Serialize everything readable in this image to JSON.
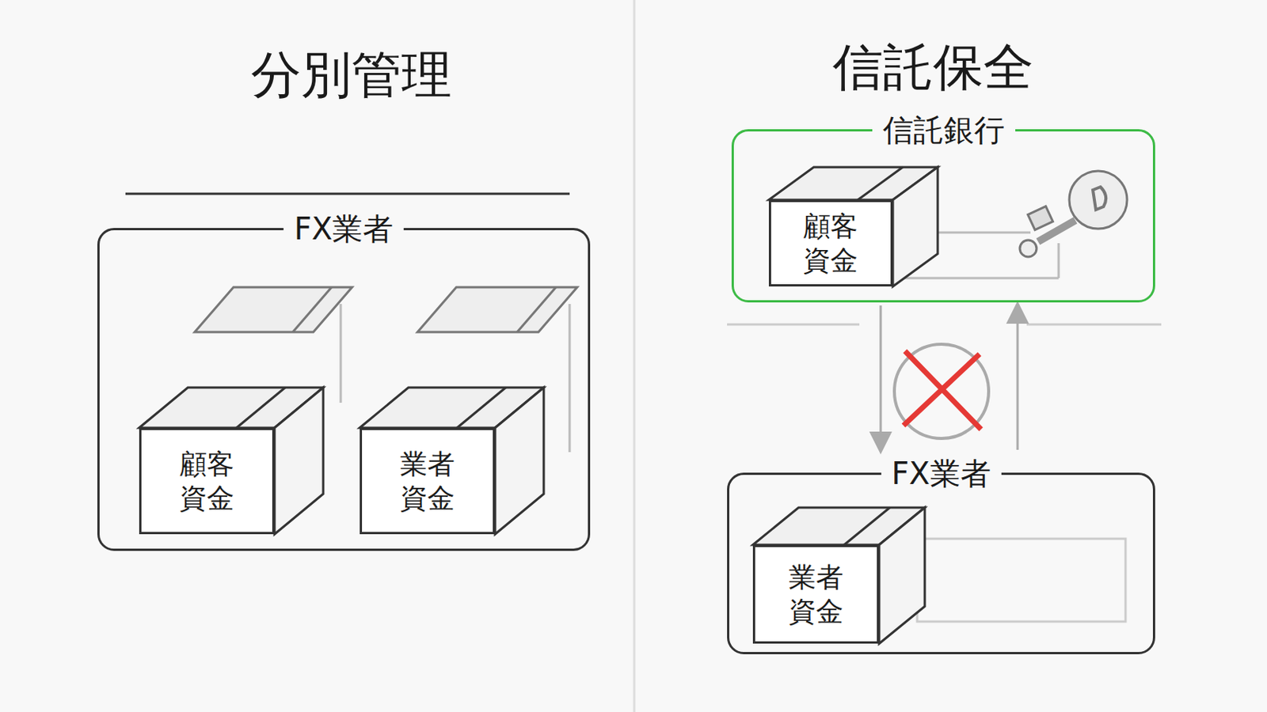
{
  "diagram": {
    "nodes": [
      {
        "text": [
          "FX業者"
        ]
      },
      {
        "text": [
          "顧客 資金"
        ],
        "in": 0
      },
      {
        "text": [
          "業者 資金"
        ],
        "in": 0
      },
      {
        "text": [
          "信託銀行"
        ]
      },
      {
        "text": [
          "顧客 資金"
        ],
        "in": 3
      },
      {
        "text": [
          "FX業者"
        ]
      },
      {
        "text": [
          "業者 資金"
        ],
        "in": 5
      }
    ],
    "edges": [
      {
        "from": 3,
        "to": 5,
        "arrow": "to"
      },
      {
        "from": 5,
        "to": 3,
        "arrow": "to"
      }
    ],
    "labels": [
      "分別管理",
      "信託保全"
    ]
  }
}
